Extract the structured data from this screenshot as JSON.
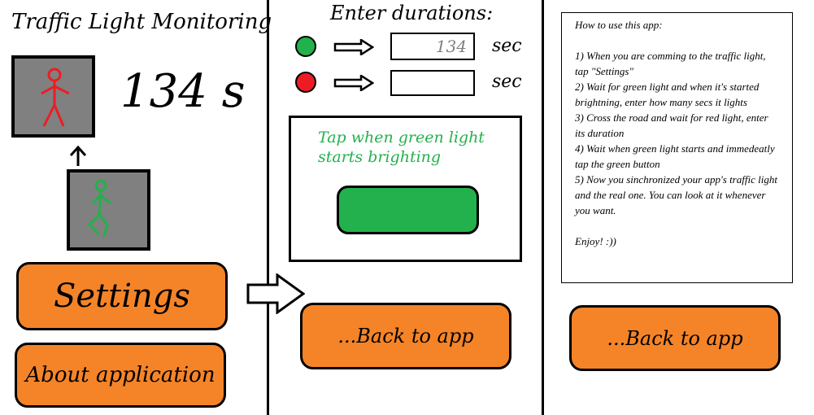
{
  "left": {
    "title": "Traffic Light Monitoring",
    "countdown": "134 s",
    "settings_label": "Settings",
    "about_label": "About application"
  },
  "middle": {
    "heading": "Enter durations:",
    "green_value": "134",
    "red_value": "",
    "unit_green": "sec",
    "unit_red": "sec",
    "instruction": "Tap when green light starts brighting",
    "back_label": "...Back to app"
  },
  "right": {
    "help_title": "How to use this app:",
    "steps": [
      "1) When you are comming to the traffic light, tap \"Settings\"",
      "2) Wait for green light and when it's started brightning, enter how many secs it lights",
      "3) Cross the road and wait for red light, enter its duration",
      "4) Wait when green light starts and immedeatly tap the green button",
      "5) Now you sinchronized your app's traffic light and the real one. You can look at it whenever you want."
    ],
    "closing": "Enjoy! :))",
    "back_label": "...Back to app"
  },
  "colors": {
    "orange": "#f58428",
    "green": "#22b14c",
    "red": "#ed1c24",
    "gray": "#808080"
  }
}
